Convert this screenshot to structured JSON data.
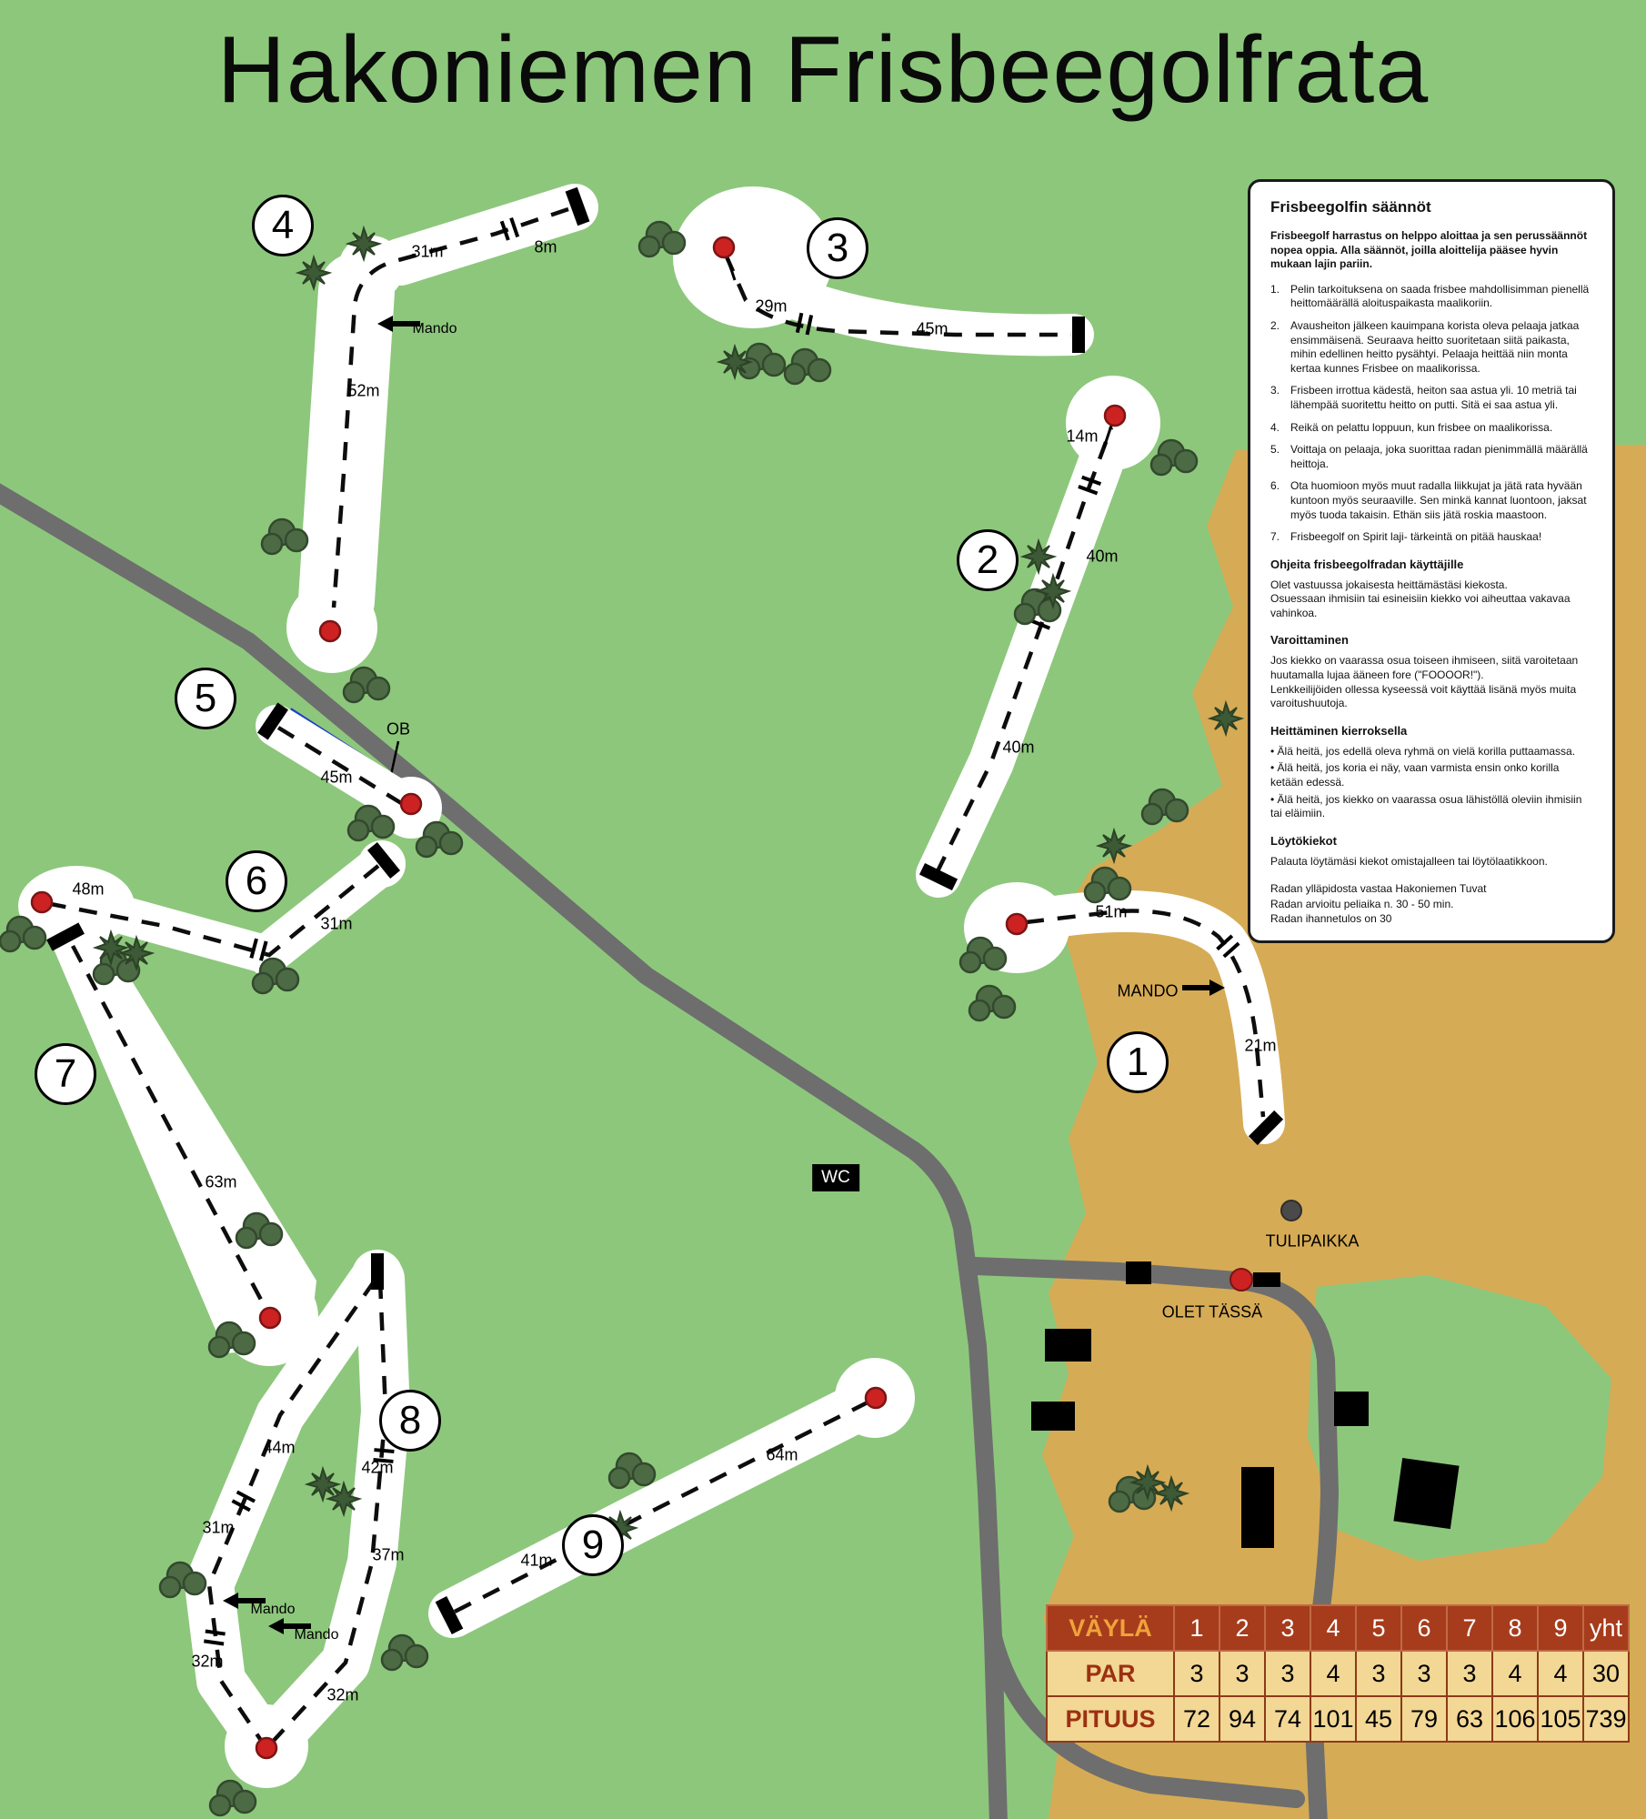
{
  "title": "Hakoniemen Frisbeegolfrata",
  "holes": [
    "1",
    "2",
    "3",
    "4",
    "5",
    "6",
    "7",
    "8",
    "9"
  ],
  "map_labels": {
    "h4_31": "31m",
    "h4_8": "8m",
    "h4_mando": "Mando",
    "h4_52": "52m",
    "h3_29": "29m",
    "h3_45": "45m",
    "h2_14": "14m",
    "h2_40a": "40m",
    "h2_40b": "40m",
    "h5_ob": "OB",
    "h5_45": "45m",
    "h6_48": "48m",
    "h6_31": "31m",
    "h7_63": "63m",
    "h1_51": "51m",
    "h1_mando": "MANDO",
    "h1_21": "21m",
    "h8_44": "44m",
    "h8_42": "42m",
    "h8_31": "31m",
    "h8_37": "37m",
    "h8_mando1": "Mando",
    "h8_mando2": "Mando",
    "h8_32a": "32m",
    "h8_32b": "32m",
    "h9_41": "41m",
    "h9_64": "64m",
    "wc": "WC",
    "tulipaikka": "TULIPAIKKA",
    "olet_tassa": "OLET TÄSSÄ"
  },
  "rules_panel": {
    "heading": "Frisbeegolfin säännöt",
    "intro": "Frisbeegolf harrastus on helppo aloittaa ja sen perussäännöt nopea oppia. Alla säännöt, joilla aloittelija pääsee hyvin mukaan lajin pariin.",
    "rules": [
      {
        "n": "1.",
        "t": "Pelin tarkoituksena on saada frisbee mahdollisimman pienellä heittomäärällä aloituspaikasta maalikoriin."
      },
      {
        "n": "2.",
        "t": "Avausheiton jälkeen kauimpana korista oleva pelaaja jatkaa ensimmäisenä. Seuraava heitto suoritetaan siitä paikasta, mihin edellinen heitto pysähtyi. Pelaaja heittää niin monta kertaa kunnes Frisbee on maalikorissa."
      },
      {
        "n": "3.",
        "t": "Frisbeen irrottua kädestä, heiton saa astua yli. 10 metriä tai lähempää suoritettu heitto on putti. Sitä ei saa astua yli."
      },
      {
        "n": "4.",
        "t": "Reikä on pelattu loppuun, kun frisbee on maalikorissa."
      },
      {
        "n": "5.",
        "t": "Voittaja on pelaaja, joka suorittaa radan pienimmällä määrällä heittoja."
      },
      {
        "n": "6.",
        "t": "Ota huomioon myös muut radalla liikkujat ja jätä rata hyvään kuntoon myös seuraaville. Sen minkä kannat luontoon, jaksat myös tuoda takaisin. Ethän siis jätä roskia maastoon."
      },
      {
        "n": "7.",
        "t": "Frisbeegolf on Spirit laji- tärkeintä on pitää hauskaa!"
      }
    ],
    "section2_heading": "Ohjeita frisbeegolfradan käyttäjille",
    "section2_text": "Olet vastuussa jokaisesta heittämästäsi kiekosta.\nOsuessaan ihmisiin tai esineisiin kiekko voi aiheuttaa vakavaa vahinkoa.",
    "warning_heading": "Varoittaminen",
    "warning_text": "Jos kiekko on vaarassa osua toiseen ihmiseen, siitä varoitetaan huutamalla lujaa ääneen fore (\"FOOOOR!\").\nLenkkeilijöiden ollessa kyseessä voit käyttää lisänä myös muita varoitushuutoja.",
    "throwing_heading": "Heittäminen kierroksella",
    "throwing_bullets": [
      "• Älä heitä, jos edellä oleva ryhmä on vielä korilla puttaamassa.",
      "• Älä heitä, jos koria ei näy, vaan varmista ensin onko korilla ketään edessä.",
      "• Älä heitä, jos kiekko on vaarassa osua lähistöllä oleviin ihmisiin tai eläimiin."
    ],
    "lost_heading": "Löytökiekot",
    "lost_text": "Palauta löytämäsi kiekot omistajalleen tai löytölaatikkoon.",
    "footer_lines": [
      "Radan ylläpidosta vastaa Hakoniemen Tuvat",
      "Radan arvioitu peliaika n. 30 - 50 min.",
      "Radan ihannetulos on 30"
    ]
  },
  "scorecard": {
    "header": [
      "VÄYLÄ",
      "1",
      "2",
      "3",
      "4",
      "5",
      "6",
      "7",
      "8",
      "9",
      "yht"
    ],
    "par_label": "PAR",
    "par": [
      "3",
      "3",
      "3",
      "4",
      "3",
      "3",
      "3",
      "4",
      "4",
      "30"
    ],
    "pituus_label": "PITUUS",
    "pituus": [
      "72",
      "94",
      "74",
      "101",
      "45",
      "79",
      "63",
      "106",
      "105",
      "739"
    ]
  },
  "colors": {
    "grass": "#8dc77c",
    "sand": "#d6ab55",
    "road": "#6e6e6e",
    "fairway": "#ffffff",
    "ob_line": "#2140c8",
    "basket": "#cc2222",
    "table_header_bg": "#a63c1c",
    "table_body_bg": "#f2d795"
  }
}
